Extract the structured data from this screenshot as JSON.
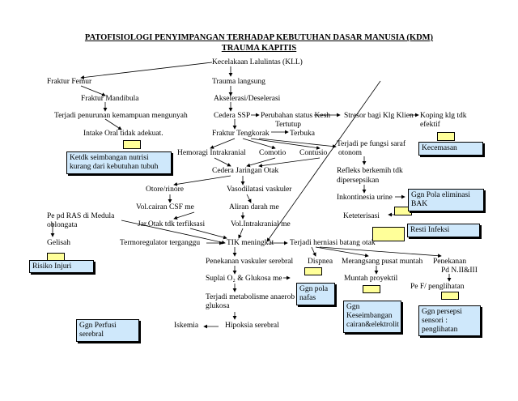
{
  "title": {
    "line1": "PATOFISIOLOGI PENYIMPANGAN TERHADAP KEBUTUHAN DASAR MANUSIA (KDM)",
    "line2": "TRAUMA KAPITIS"
  },
  "nodes": {
    "kll": "Kecelakaan Lalulintas (KLL)",
    "fraktur_femur": "Fraktur Femur",
    "trauma_langsung": "Trauma langsung",
    "fraktur_mandibula": "Fraktur Mandibula",
    "akselerasi": "Akselerasi/Deselerasi",
    "penurunan_kemampuan": "Terjadi penurunan kemampuan mengunyah",
    "cedera_ssp": "Cedera SSP",
    "perubahan_status": "Perubahan status Kesh",
    "tertutup": "Tertutup",
    "stresor": "Stresor bagi Klg Klien",
    "koping": "Koping klg tdk",
    "efektif": "efektif",
    "intake_oral": "Intake Oral tidak adekuat.",
    "fraktur_tengkorak": "Fraktur Tengkorak",
    "terbuka": "Terbuka",
    "terjadi_pe_fungsi": "Terjadi pe  fungsi saraf",
    "otonom": "otonom",
    "hemoragi": "Hemoragi Intrakranial",
    "comotio": "Comotio",
    "contusio": "Contusio",
    "cedera_jaringan": "Cedera Jaringan Otak",
    "refleks": "Refleks berkemih tdk",
    "dipersepsikan": "dipersepsikan",
    "otore": "Otore/rinore",
    "vasodilatasi": "Vasodilatasi vaskuler",
    "inkontinesia": "Inkontinesia urine",
    "vol_cairan": "Vol.cairan CSF me",
    "aliran_darah": "Aliran darah me",
    "pe_pd_ras": "Pe   pd RAS di Medula",
    "oblongata": "oblongata",
    "jar_otak": "Jar.Otak tdk terfiksasi",
    "vol_intrakranial": "Vol.Intrakranial me",
    "keteterisasi": "Keteterisasi",
    "gelisah": "Gelisah",
    "termoregulator": "Termoregulator terganggu",
    "tik_meningkat": "TIK meningkat",
    "herniasi": "Terjadi herniasi batang otak",
    "penekanan_vaskuler": "Penekanan vaskuler serebral",
    "dispnea": "Dispnea",
    "merangsang": "Merangsang pusat muntah",
    "penekanan_pd": "Penekanan",
    "pd_n": "Pd N.II&III",
    "suplai": "Suplai O₂ & Glukosa me",
    "muntah": "Muntah proyektil",
    "pe_f_penglihatan": "Pe   F/ penglihatan",
    "metabolisme": "Terjadi metabolisme anaerob",
    "glukosa": "glukosa",
    "iskemia": "Iskemia",
    "hipoksia": "Hipoksia serebral"
  },
  "diagnoses": {
    "nutrisi": "Ketdk seimbangan nutrisi kurang dari kebutuhan tubuh",
    "kecemasan": "Kecemasan",
    "eliminasi": "Ggn Pola eliminasi BAK",
    "infeksi": "Resti Infeksi",
    "injuri": "Risiko Injuri",
    "pola_nafas": "Ggn pola nafas",
    "keseimbangan": "Ggn Keseimbangan cairan&elektrolit",
    "persepsi": "Ggn persepsi sensori : penglihatan",
    "perfusi": "Ggn Perfusi serebral"
  },
  "colors": {
    "diagnosis_box": "#cfe8fb",
    "connector_box": "#ffff99"
  }
}
